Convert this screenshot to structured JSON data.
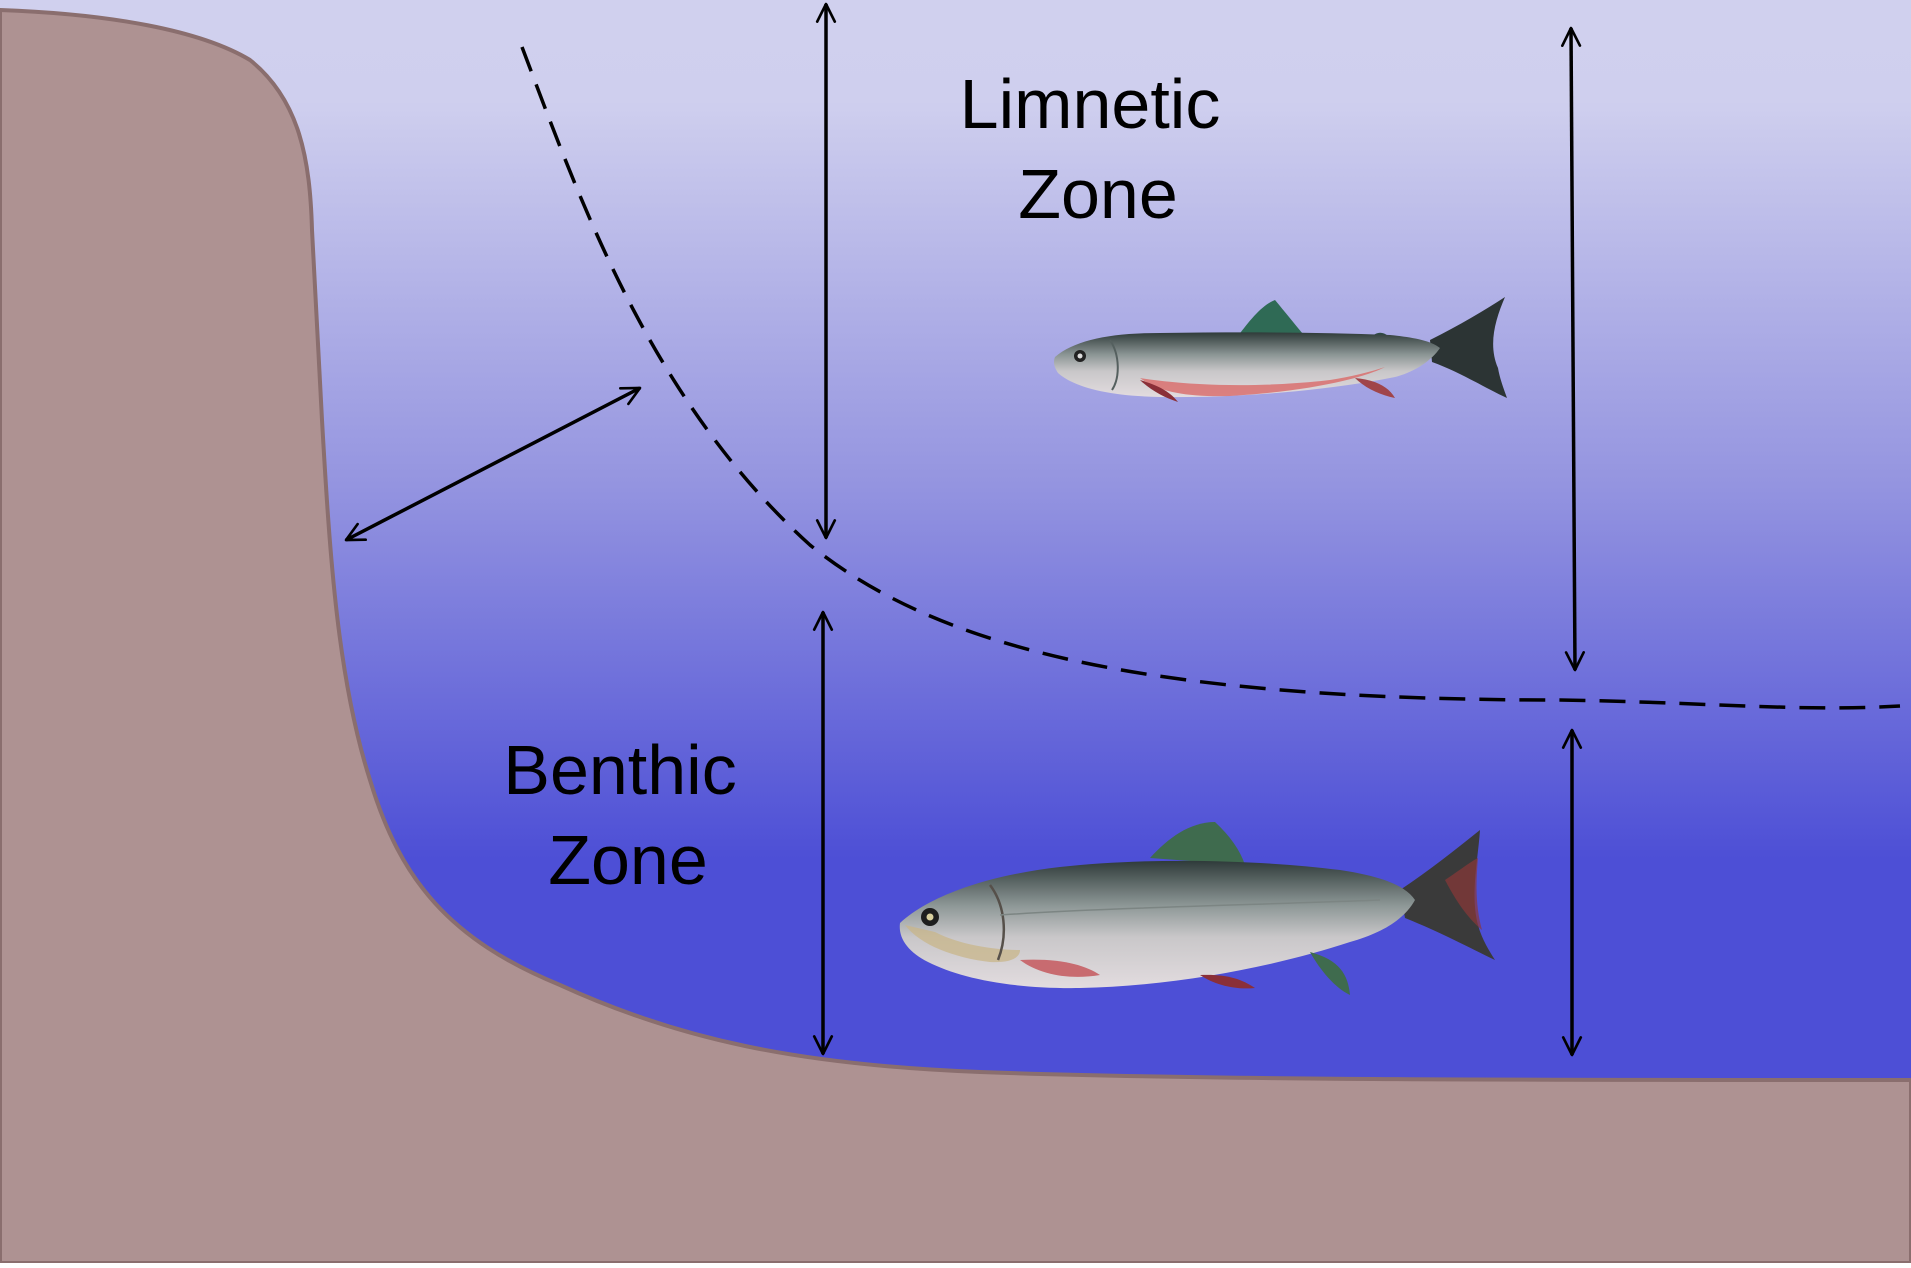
{
  "labels": {
    "limnetic_line1": "Limnetic",
    "limnetic_line2": "Zone",
    "benthic_line1": "Benthic",
    "benthic_line2": "Zone"
  },
  "colors": {
    "water_top": "#d0d0ee",
    "water_mid": "#9595e0",
    "water_bottom": "#4d4fd6",
    "lake_bed": "#ae9292",
    "lake_bed_edge": "#8a6e6e",
    "lines": "#000000",
    "label_text": "#000000"
  },
  "icons": {
    "limnetic_fish": "slender-trout-fish-icon",
    "benthic_fish": "stout-trout-fish-icon"
  }
}
